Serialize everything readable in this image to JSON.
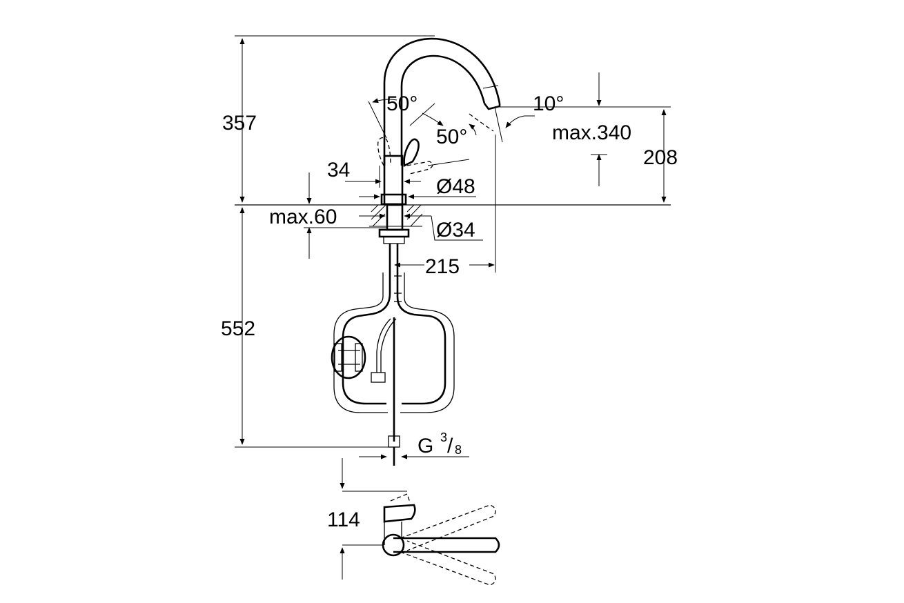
{
  "dimensions": {
    "height_total": "357",
    "angle_left": "50°",
    "angle_right": "50°",
    "swivel_angle": "10°",
    "reach_max": "max.340",
    "spout_height": "208",
    "base_width": "34",
    "base_diameter": "Ø48",
    "deck_thickness": "max.60",
    "shank_diameter": "Ø34",
    "projection": "215",
    "hose_length": "552",
    "thread_letter": "G",
    "thread_num": "3",
    "thread_den": "8",
    "top_height": "114"
  },
  "colors": {
    "line": "#000000",
    "background": "#ffffff"
  }
}
